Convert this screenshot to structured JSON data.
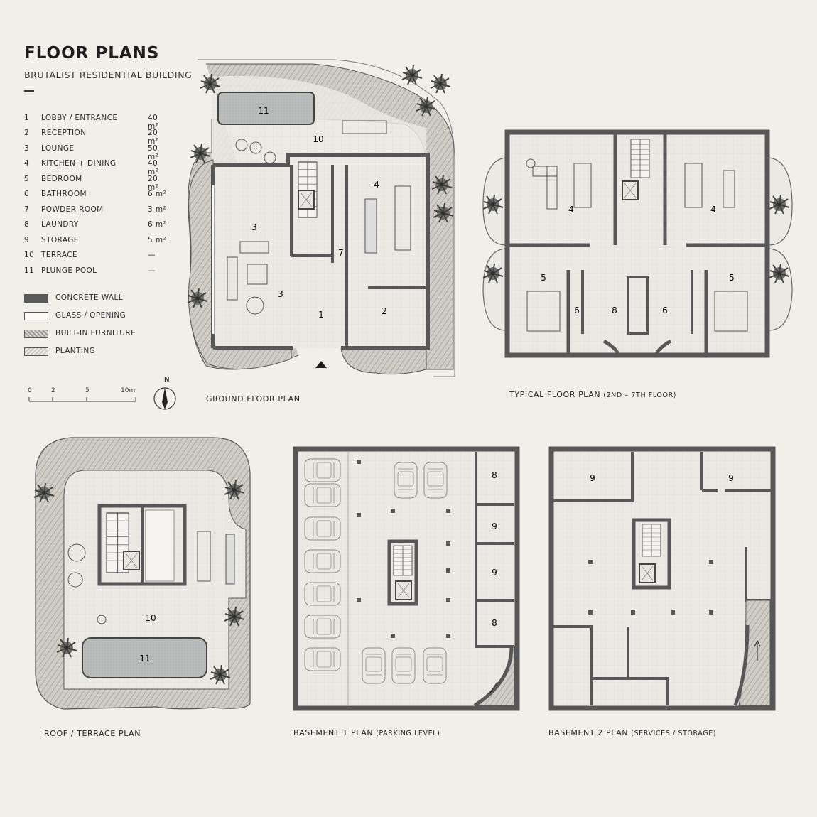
{
  "header": {
    "title": "FLOOR PLANS",
    "subtitle": "BRUTALIST RESIDENTIAL BUILDING"
  },
  "rooms": [
    {
      "num": "1",
      "name": "LOBBY / ENTRANCE",
      "area": "40 m²"
    },
    {
      "num": "2",
      "name": "RECEPTION",
      "area": "20 m²"
    },
    {
      "num": "3",
      "name": "LOUNGE",
      "area": "50 m²"
    },
    {
      "num": "4",
      "name": "KITCHEN + DINING",
      "area": "40 m²"
    },
    {
      "num": "5",
      "name": "BEDROOM",
      "area": "20 m²"
    },
    {
      "num": "6",
      "name": "BATHROOM",
      "area": "6 m²"
    },
    {
      "num": "7",
      "name": "POWDER ROOM",
      "area": "3 m²"
    },
    {
      "num": "8",
      "name": "LAUNDRY",
      "area": "6 m²"
    },
    {
      "num": "9",
      "name": "STORAGE",
      "area": "5 m²"
    },
    {
      "num": "10",
      "name": "TERRACE",
      "area": "—"
    },
    {
      "num": "11",
      "name": "PLUNGE POOL",
      "area": "—"
    }
  ],
  "material_key": [
    {
      "id": "wall",
      "label": "CONCRETE WALL"
    },
    {
      "id": "glass",
      "label": "GLASS / OPENING"
    },
    {
      "id": "furn",
      "label": "BUILT-IN FURNITURE"
    },
    {
      "id": "plant",
      "label": "PLANTING"
    }
  ],
  "scale": {
    "ticks": [
      "0",
      "2",
      "5",
      "10m"
    ]
  },
  "north": {
    "label": "N"
  },
  "plans": {
    "ground": {
      "label": "GROUND FLOOR PLAN",
      "sub": ""
    },
    "typical": {
      "label": "TYPICAL FLOOR PLAN",
      "sub": "(2ND – 7TH FLOOR)"
    },
    "roof": {
      "label": "ROOF / TERRACE PLAN",
      "sub": ""
    },
    "basement1": {
      "label": "BASEMENT 1 PLAN",
      "sub": "(PARKING LEVEL)"
    },
    "basement2": {
      "label": "BASEMENT 2 PLAN",
      "sub": "(SERVICES / STORAGE)"
    }
  },
  "tags": {
    "ground": [
      "11",
      "10",
      "4",
      "3",
      "3",
      "7",
      "1",
      "2"
    ],
    "typical": [
      "4",
      "4",
      "5",
      "6",
      "8",
      "6",
      "5"
    ],
    "roof": [
      "10",
      "11"
    ],
    "basement1": [
      "8",
      "9",
      "9",
      "8"
    ],
    "basement2": [
      "9",
      "9"
    ]
  },
  "colors": {
    "wall": "#575757",
    "paper": "#f1efe9",
    "floor": "#ebe9e3",
    "plant": "#c6c4bd",
    "pool": "#b9bcbc"
  }
}
